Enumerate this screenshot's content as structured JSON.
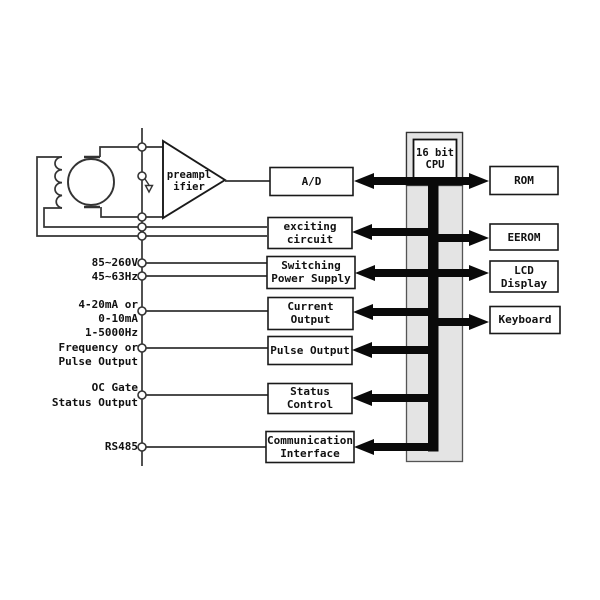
{
  "preamp": {
    "line1": "preampl",
    "line2": "ifier"
  },
  "cpu": {
    "line1": "16 bit",
    "line2": "CPU"
  },
  "middle_boxes": {
    "ad": {
      "line1": "A/D"
    },
    "exciting": {
      "line1": "exciting",
      "line2": "circuit"
    },
    "switching": {
      "line1": "Switching",
      "line2": "Power Supply"
    },
    "current": {
      "line1": "Current",
      "line2": "Output"
    },
    "pulse": {
      "line1": "Pulse Output"
    },
    "status": {
      "line1": "Status",
      "line2": "Control"
    },
    "comm": {
      "line1": "Communication",
      "line2": "Interface"
    }
  },
  "right_boxes": {
    "rom": {
      "line1": "ROM"
    },
    "eerom": {
      "line1": "EEROM"
    },
    "lcd": {
      "line1": "LCD",
      "line2": "Display"
    },
    "keyboard": {
      "line1": "Keyboard"
    }
  },
  "input_labels": {
    "power": {
      "line1": "85~260V",
      "line2": "45~63Hz"
    },
    "current": {
      "line1": "4-20mA or",
      "line2": "0-10mA"
    },
    "frequency": {
      "line1": "1-5000Hz",
      "line2": "Frequency or",
      "line3": "Pulse Output"
    },
    "oc": {
      "line1": "OC Gate",
      "line2": "Status Output"
    },
    "rs485": {
      "line1": "RS485"
    }
  },
  "colors": {
    "line": "#333333",
    "box_border": "#1a1a1a",
    "bus_black": "#0a0a0a",
    "cpu_column_fill": "#e4e4e4",
    "box_fill": "#ffffff",
    "background": "#ffffff"
  }
}
